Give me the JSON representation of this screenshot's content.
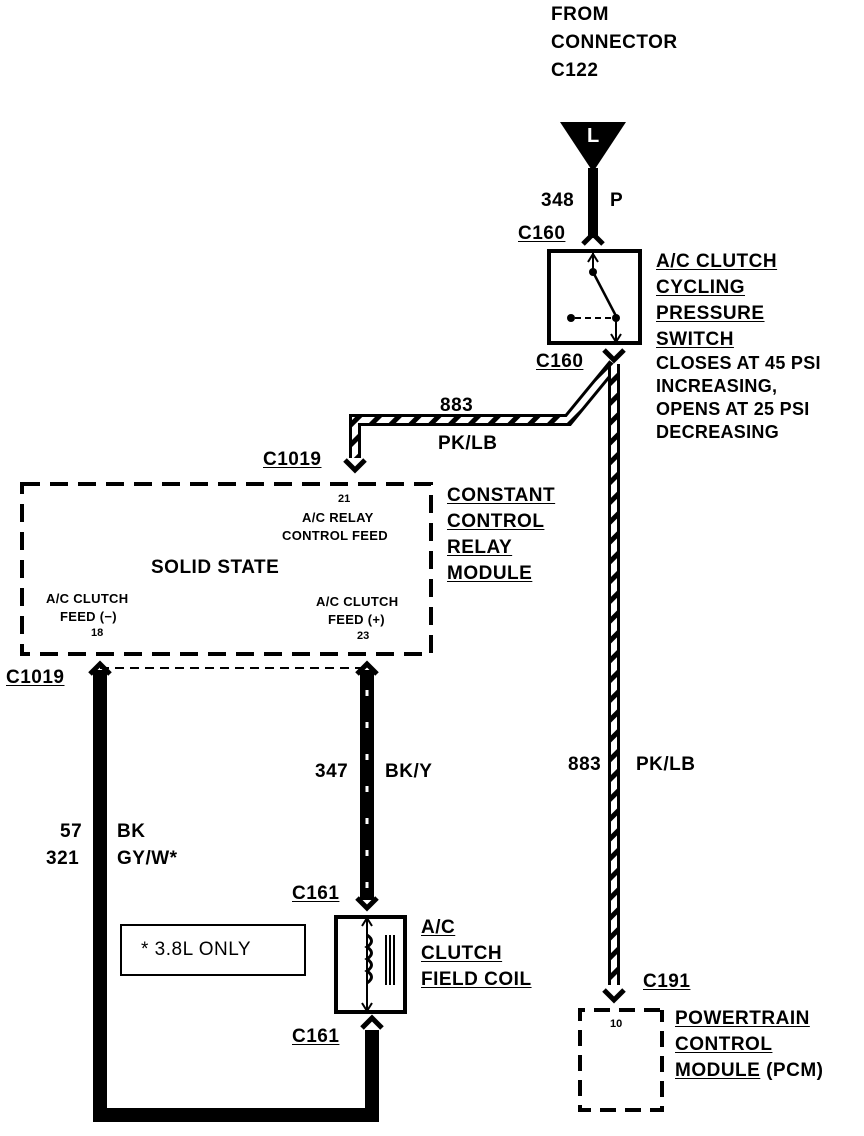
{
  "source": {
    "line1": "FROM",
    "line2": "CONNECTOR",
    "line3": "C122",
    "terminal": "L"
  },
  "wires": {
    "w348": {
      "circuit": "348",
      "color": "P"
    },
    "w883_top": {
      "circuit": "883",
      "color": "PK/LB"
    },
    "w883_vert": {
      "circuit": "883",
      "color": "PK/LB"
    },
    "w347": {
      "circuit": "347",
      "color": "BK/Y"
    },
    "w57": {
      "circuit": "57",
      "color": "BK"
    },
    "w321": {
      "circuit": "321",
      "color": "GY/W*"
    }
  },
  "connectors": {
    "c160_top": "C160",
    "c160_bot": "C160",
    "c1019_top": "C1019",
    "c1019_left": "C1019",
    "c161_top": "C161",
    "c161_bot": "C161",
    "c191": "C191"
  },
  "switch": {
    "name_lines": [
      "A/C CLUTCH",
      "CYCLING",
      "PRESSURE",
      "SWITCH"
    ],
    "spec_lines": [
      "CLOSES AT 45 PSI",
      "INCREASING,",
      "OPENS AT 25 PSI",
      "DECREASING"
    ]
  },
  "relay_module": {
    "name_lines": [
      "CONSTANT",
      "CONTROL",
      "RELAY",
      "MODULE"
    ],
    "inner_title": "SOLID STATE",
    "pin21": {
      "number": "21",
      "line1": "A/C RELAY",
      "line2": "CONTROL FEED"
    },
    "pin18": {
      "line1": "A/C CLUTCH",
      "line2": "FEED (−)",
      "number": "18"
    },
    "pin23": {
      "line1": "A/C CLUTCH",
      "line2": "FEED (+)",
      "number": "23"
    }
  },
  "clutch_coil": {
    "name_lines": [
      "A/C",
      "CLUTCH",
      "FIELD COIL"
    ]
  },
  "pcm": {
    "name_lines": [
      "POWERTRAIN",
      "CONTROL"
    ],
    "line3_underlined": "MODULE",
    "line3_rest": " (PCM)",
    "pin": "10"
  },
  "note": "* 3.8L ONLY"
}
